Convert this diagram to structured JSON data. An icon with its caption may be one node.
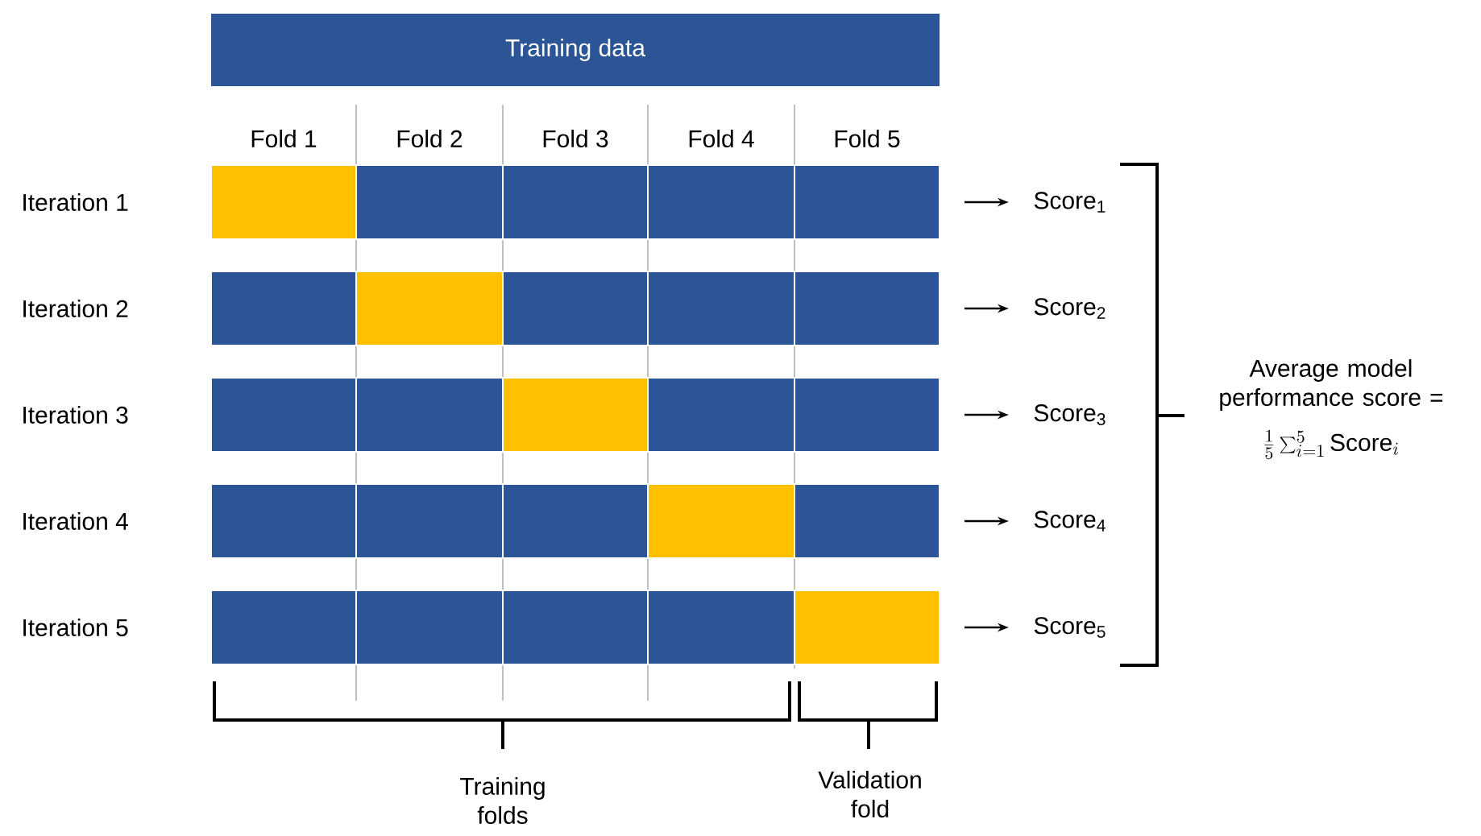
{
  "diagram": {
    "nodes": [
      {
        "text": [
          "Training data"
        ]
      },
      {
        "text": [],
        "shape": "box"
      },
      {
        "text": [],
        "shape": "box"
      },
      {
        "text": [],
        "shape": "box"
      },
      {
        "text": [],
        "shape": "box"
      },
      {
        "text": [],
        "shape": "box"
      },
      {
        "text": [],
        "shape": "box"
      },
      {
        "text": [],
        "shape": "box"
      },
      {
        "text": [],
        "shape": "box"
      },
      {
        "text": [],
        "shape": "box"
      },
      {
        "text": [],
        "shape": "box"
      },
      {
        "text": [],
        "shape": "box"
      },
      {
        "text": [],
        "shape": "box"
      },
      {
        "text": [],
        "shape": "box"
      },
      {
        "text": [],
        "shape": "box"
      },
      {
        "text": [],
        "shape": "box"
      },
      {
        "text": [],
        "shape": "box"
      },
      {
        "text": [],
        "shape": "box"
      },
      {
        "text": [],
        "shape": "box"
      },
      {
        "text": [],
        "shape": "box"
      },
      {
        "text": [],
        "shape": "box"
      },
      {
        "text": [],
        "shape": "box"
      },
      {
        "text": [],
        "shape": "box"
      },
      {
        "text": [],
        "shape": "box"
      },
      {
        "text": [],
        "shape": "box"
      },
      {
        "text": [],
        "shape": "box"
      },
      {
        "text": [
          "Score$_{1}$"
        ]
      },
      {
        "text": [
          "Score$_{2}$"
        ]
      },
      {
        "text": [
          "Score$_{3}$"
        ]
      },
      {
        "text": [
          "Score$_{4}$"
        ]
      },
      {
        "text": [
          "Score$_{5}$"
        ]
      }
    ],
    "edges": [
      {
        "from": 5,
        "to": 26,
        "arrow": "to"
      },
      {
        "from": 10,
        "to": 27,
        "arrow": "to"
      },
      {
        "from": 15,
        "to": 28,
        "arrow": "to"
      },
      {
        "from": 20,
        "to": 29,
        "arrow": "to"
      },
      {
        "from": 25,
        "to": 30,
        "arrow": "to"
      }
    ],
    "labels": [
      "Fold 1",
      "Fold 2",
      "Fold 3",
      "Fold 4",
      "Fold 5",
      "Iteration 1",
      "Iteration 2",
      "Iteration 3",
      "Iteration 4",
      "Iteration 5",
      "Average model performance score =",
      "\\frac{1}{5}\\sum_{i=1}^{5}\\mathrm{Score}_{i}",
      "Training folds",
      "Validation fold"
    ]
  }
}
